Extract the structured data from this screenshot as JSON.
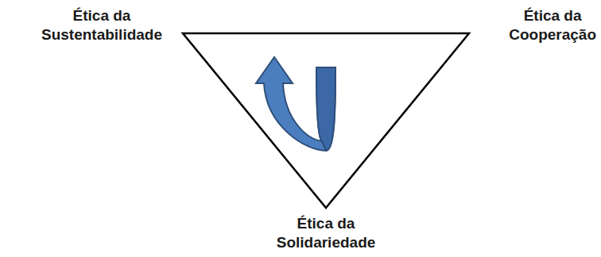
{
  "diagram": {
    "labels": [
      "Ética da Sustentabilidade",
      "Ética da Cooperação",
      "Ética da Solidariedade"
    ]
  }
}
